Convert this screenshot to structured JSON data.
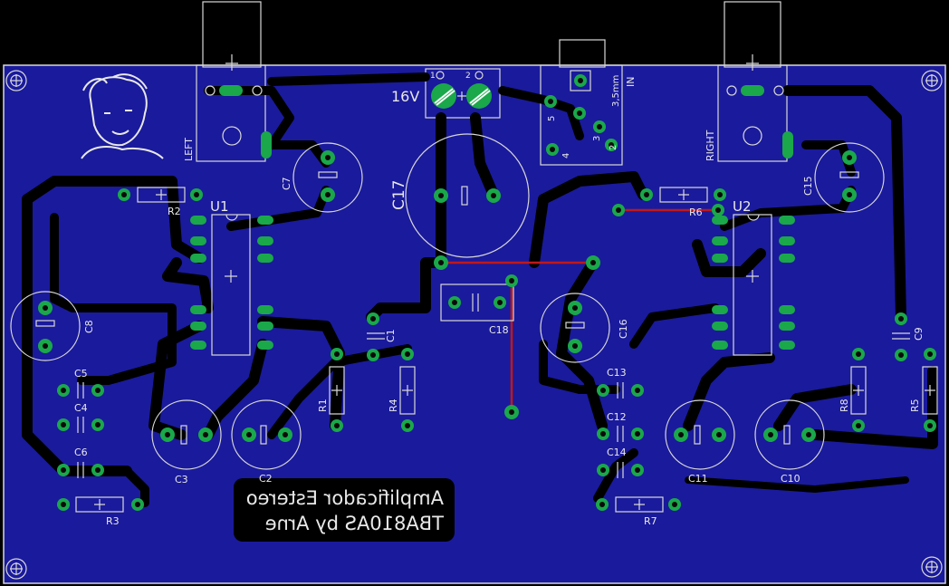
{
  "board": {
    "title_line1": "Amplificador Estereo",
    "title_line2": "TBA810AS by Arne",
    "colors": {
      "copper": "#1a1a9c",
      "pad": "#1aa84a",
      "silk": "#d8d8d8",
      "wire": "#c01818",
      "background": "#000000"
    }
  },
  "labels": {
    "left": "LEFT",
    "right": "RIGHT",
    "in": "IN",
    "jack": "3,5mm",
    "power": "16V",
    "u1": "U1",
    "u2": "U2",
    "c1": "C1",
    "c2": "C2",
    "c3": "C3",
    "c4": "C4",
    "c5": "C5",
    "c6": "C6",
    "c7": "C7",
    "c8": "C8",
    "c9": "C9",
    "c10": "C10",
    "c11": "C11",
    "c12": "C12",
    "c13": "C13",
    "c14": "C14",
    "c15": "C15",
    "c16": "C16",
    "c17": "C17",
    "c18": "C18",
    "r1": "R1",
    "r2": "R2",
    "r3": "R3",
    "r4": "R4",
    "r5": "R5",
    "r6": "R6",
    "r7": "R7",
    "r8": "R8",
    "pin1": "1",
    "pin2": "2",
    "pin3": "3",
    "pin4": "4",
    "pin5": "5"
  }
}
